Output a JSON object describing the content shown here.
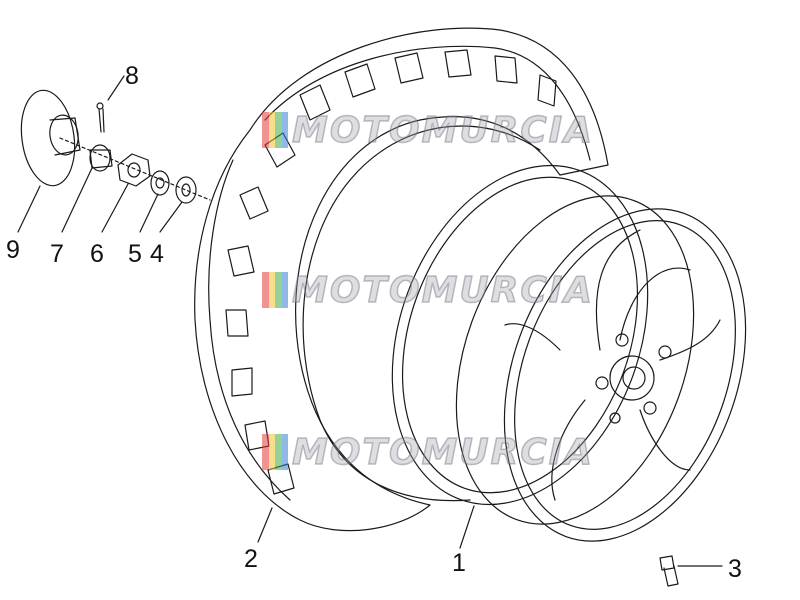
{
  "diagram": {
    "callouts": [
      {
        "id": "9",
        "label": "9"
      },
      {
        "id": "8",
        "label": "8"
      },
      {
        "id": "7",
        "label": "7"
      },
      {
        "id": "6",
        "label": "6"
      },
      {
        "id": "5",
        "label": "5"
      },
      {
        "id": "4",
        "label": "4"
      },
      {
        "id": "2",
        "label": "2"
      },
      {
        "id": "1",
        "label": "1"
      },
      {
        "id": "3",
        "label": "3"
      }
    ],
    "watermark": {
      "text": "MOTOMURCIA",
      "flag_colors": [
        "#e23b3b",
        "#f2c230",
        "#3fae49",
        "#3a7fd0"
      ]
    },
    "line_color": "#1a1a1a"
  }
}
